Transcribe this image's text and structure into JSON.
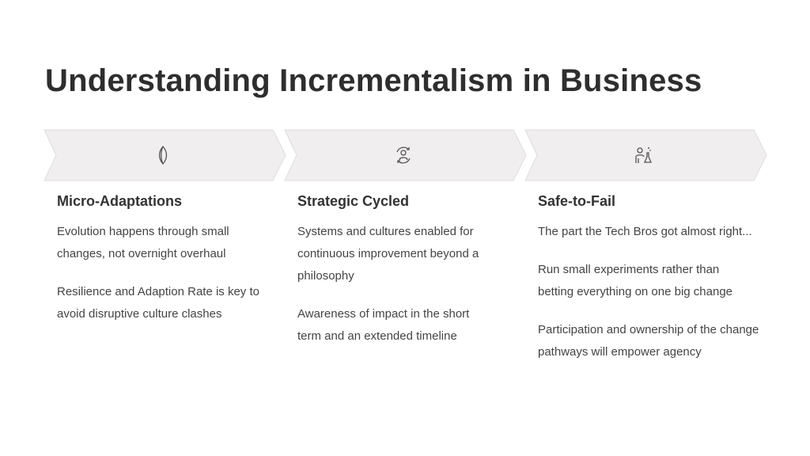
{
  "title": "Understanding Incrementalism in Business",
  "columns": [
    {
      "icon": "leaf-icon",
      "heading": "Micro-Adaptations",
      "paragraphs": [
        "Evolution happens through small changes, not overnight overhaul",
        "Resilience and Adaption Rate is key to avoid disruptive culture clashes"
      ]
    },
    {
      "icon": "user-cycle-icon",
      "heading": "Strategic Cycled",
      "paragraphs": [
        "Systems and cultures enabled for continuous improvement beyond a philosophy",
        "Awareness of impact in the short term and an extended timeline"
      ]
    },
    {
      "icon": "scientist-flask-icon",
      "heading": "Safe-to-Fail",
      "paragraphs": [
        "The part the Tech Bros got almost right...",
        "Run small experiments rather than betting everything on one big change",
        "Participation and ownership of the change pathways will empower agency"
      ]
    }
  ],
  "colors": {
    "chevron_fill": "#f0eeef",
    "chevron_border": "#dddddd",
    "text": "#333333"
  }
}
